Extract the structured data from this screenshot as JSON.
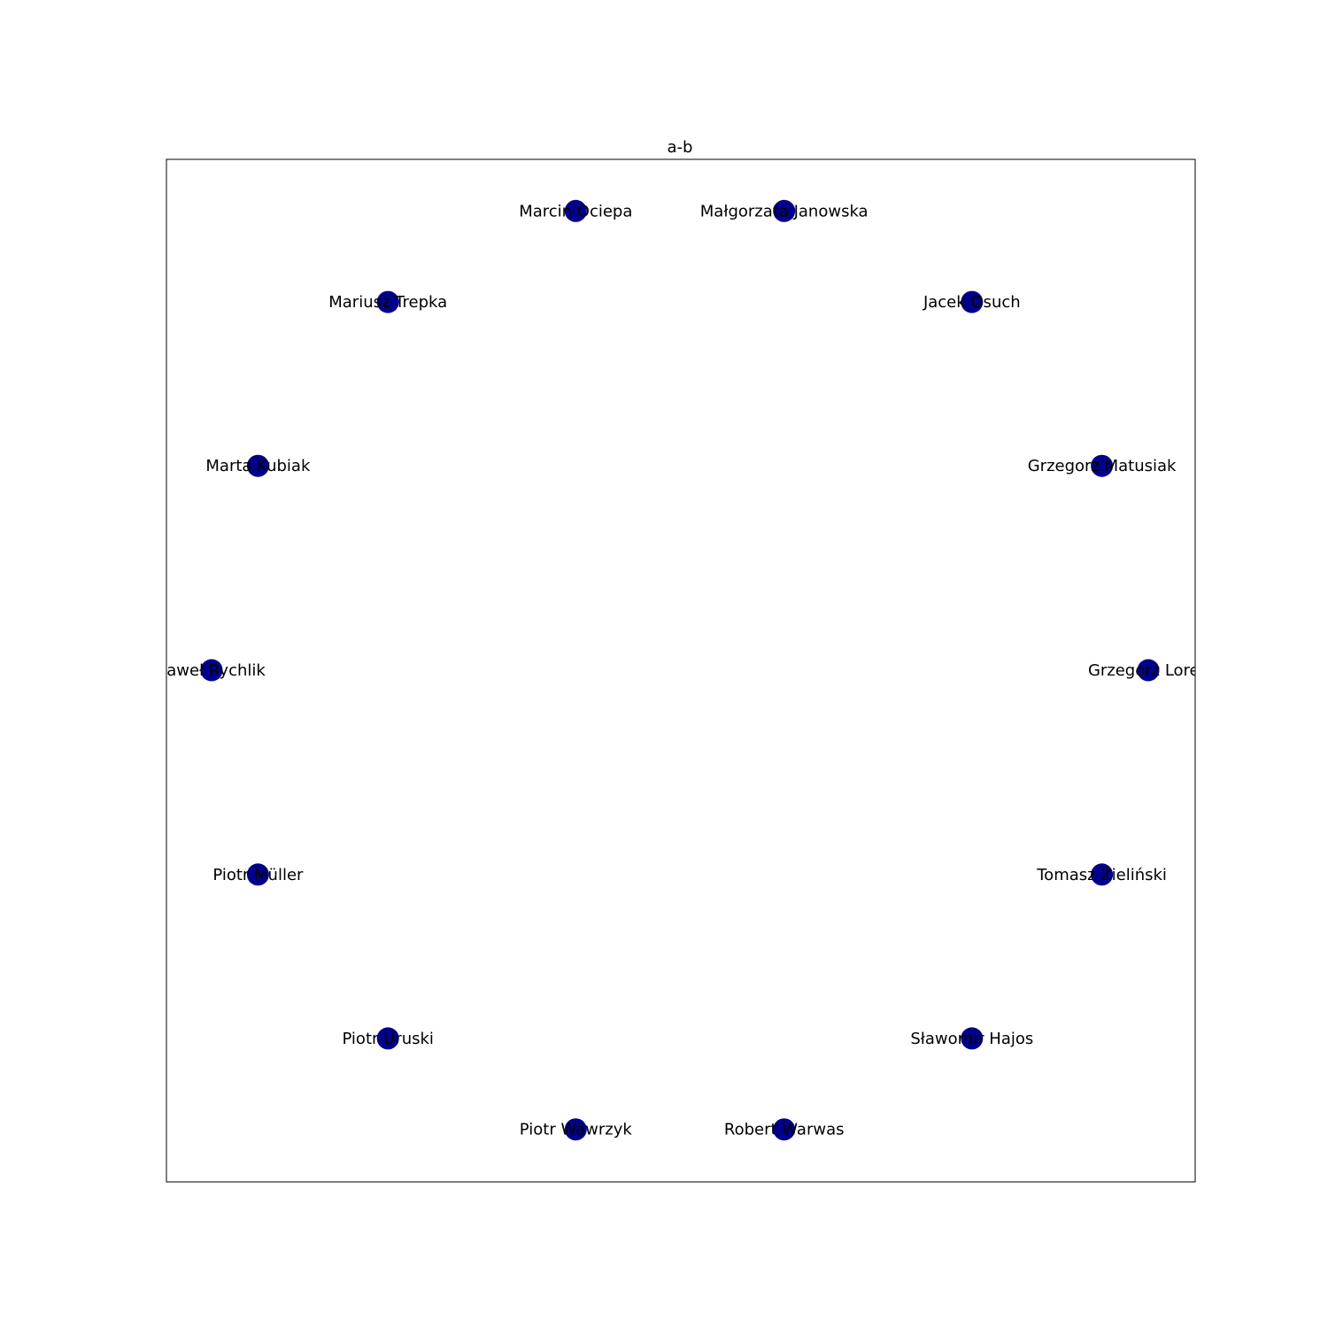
{
  "title": "a-b",
  "colors": {
    "node_fill": "#00008b",
    "frame": "#000000",
    "background": "#ffffff"
  },
  "nodes": [
    {
      "name": "Marcin Ociepa"
    },
    {
      "name": "Małgorzata Janowska"
    },
    {
      "name": "Jacek Osuch"
    },
    {
      "name": "Grzegorz Matusiak"
    },
    {
      "name": "Grzegorz Lorek"
    },
    {
      "name": "Tomasz Zieliński"
    },
    {
      "name": "Sławomir Hajos"
    },
    {
      "name": "Robert Warwas"
    },
    {
      "name": "Piotr Wawrzyk"
    },
    {
      "name": "Piotr Uruski"
    },
    {
      "name": "Piotr Müller"
    },
    {
      "name": "Paweł Rychlik"
    },
    {
      "name": "Marta Kubiak"
    },
    {
      "name": "Mariusz Trepka"
    }
  ],
  "edges": []
}
